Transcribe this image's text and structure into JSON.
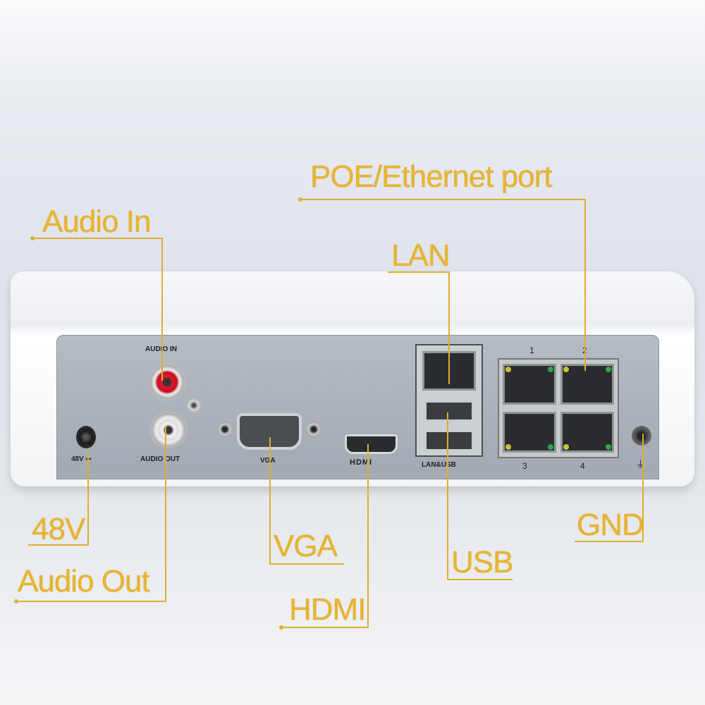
{
  "annotations": {
    "poe": "POE/Ethernet port",
    "audio_in": "Audio In",
    "lan": "LAN",
    "v48": "48V",
    "audio_out": "Audio Out",
    "vga": "VGA",
    "hdmi": "HDMI",
    "usb": "USB",
    "gnd": "GND"
  },
  "panel_labels": {
    "audio_in": "AUDIO IN",
    "audio_out": "AUDIO OUT",
    "power": "48V ⎓",
    "vga": "VGA",
    "hdmi": "HDMI",
    "lan_usb": "LAN&USB",
    "port1": "1",
    "port2": "2",
    "port3": "3",
    "port4": "4",
    "ground": "⏚"
  },
  "colors": {
    "annotation": "#e8b431",
    "panel": "#a9b0b8"
  }
}
